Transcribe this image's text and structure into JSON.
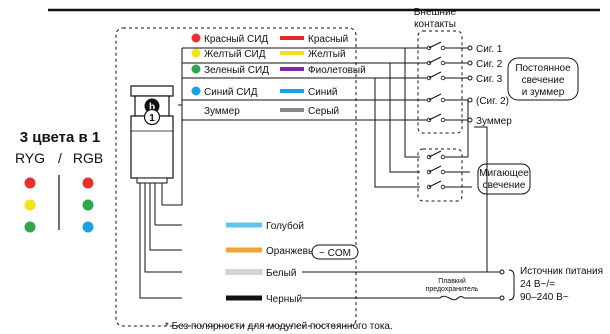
{
  "side_title": "3 цвета в 1",
  "schemes": {
    "left": "RYG",
    "sep": "/",
    "right": "RGB"
  },
  "scheme_colors": {
    "left": [
      "#e8322d",
      "#f2e21c",
      "#2fa84a"
    ],
    "right": [
      "#e8322d",
      "#2fa84a",
      "#1ba3e0"
    ]
  },
  "module_icons": {
    "top": "b",
    "bottom": "1"
  },
  "led_rows": [
    {
      "name": "Красный СИД",
      "wire": "Красный",
      "dot": "#e8322d",
      "wire_color": "#e3262b"
    },
    {
      "name": "Желтый СИД",
      "wire": "Желтый",
      "dot": "#f2e21c",
      "wire_color": "#f2e21c"
    },
    {
      "name": "Зеленый СИД",
      "wire": "Фиолетовый",
      "dot": "#2fa84a",
      "wire_color": "#7b2aa1"
    },
    {
      "name": "Синий СИД",
      "wire": "Синий",
      "dot": "#1ba3e0",
      "wire_color": "#1ba3e0"
    },
    {
      "name": "Зуммер",
      "wire": "Серый",
      "dot": "",
      "wire_color": "#8a8a8a"
    }
  ],
  "bottom_wires": [
    {
      "label": "Голубой",
      "color": "#5fc6ef"
    },
    {
      "label": "Оранжевый",
      "color": "#f4a23a"
    },
    {
      "label": "Белый",
      "color": "#d4d4d4"
    },
    {
      "label": "Черный",
      "color": "#111111"
    }
  ],
  "com_label": "− COM",
  "external_contacts_title": [
    "Внешние",
    "контакты"
  ],
  "signals": [
    "Сиг. 1",
    "Сиг. 2",
    "Сиг. 3",
    "(Сиг. 2)",
    "Зуммер"
  ],
  "steady_box": [
    "Постоянное",
    "свечение",
    "и зуммер"
  ],
  "flash_box": [
    "Мигающее",
    "свечение"
  ],
  "fuse_label": [
    "Плавкий",
    "предохранитель"
  ],
  "power": {
    "title": "Источник питания",
    "line1": "24 В~/=",
    "line2": "90–240 В~"
  },
  "footnote": "* Без полярности для модулей постоянного тока."
}
